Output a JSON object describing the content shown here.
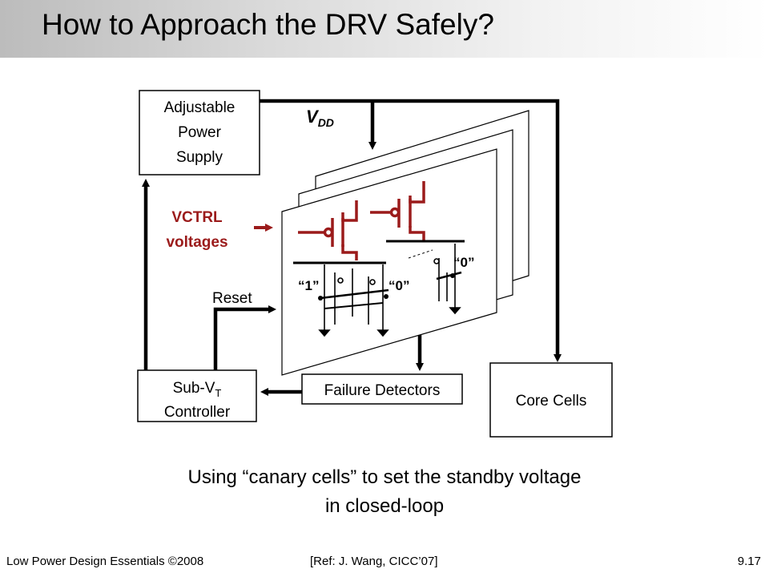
{
  "slide": {
    "title": "How to Approach the DRV Safely?",
    "caption_line1": "Using “canary cells” to set the standby voltage",
    "caption_line2": "in closed-loop",
    "footer_left": "Low Power Design Essentials ©2008",
    "footer_center": "[Ref: J. Wang, CICC’07]",
    "footer_right": "9.17"
  },
  "diagram": {
    "power_supply": [
      "Adjustable",
      "Power",
      "Supply"
    ],
    "vdd": "V",
    "vdd_sub": "DD",
    "vctrl": [
      "VCTRL",
      "voltages"
    ],
    "reset": "Reset",
    "controller_line1": "Sub-V",
    "controller_sub": "T",
    "controller_line2": "Controller",
    "failure_detectors": "Failure Detectors",
    "core_cells": "Core Cells",
    "cell_labels": [
      "“1”",
      "“0”",
      "“0”"
    ],
    "colors": {
      "accent": "#9b1b1b",
      "line": "#000000"
    }
  }
}
